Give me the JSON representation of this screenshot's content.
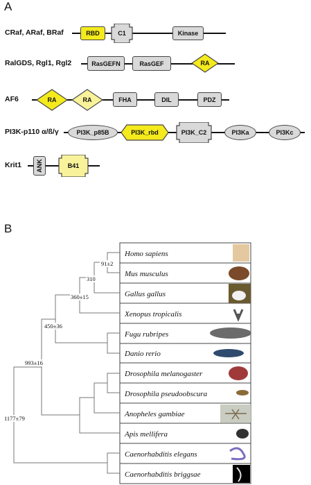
{
  "panel_a": {
    "letter": "A",
    "proteins": [
      {
        "name": "CRaf, ARaf, BRaf",
        "domains": [
          "RBD",
          "C1",
          "Kinase"
        ]
      },
      {
        "name": "RalGDS, Rgl1, Rgl2",
        "domains": [
          "RasGEFN",
          "RasGEF",
          "RA"
        ]
      },
      {
        "name": "AF6",
        "domains": [
          "RA",
          "RA",
          "FHA",
          "DIL",
          "PDZ"
        ]
      },
      {
        "name": "PI3K-p110 α/ß/γ",
        "domains": [
          "PI3K_p85B",
          "PI3K_rbd",
          "PI3K_C2",
          "PI3Ka",
          "PI3Kc"
        ]
      },
      {
        "name": "Krit1",
        "domains": [
          "ANK",
          "B41"
        ]
      }
    ]
  },
  "panel_b": {
    "letter": "B",
    "species": [
      "Homo sapiens",
      "Mus musculus",
      "Gallus gallus",
      "Xenopus tropicalis",
      "Fugu rubripes",
      "Danio rerio",
      "Drosophila melanogaster",
      "Drosophila pseudoobscura",
      "Anopheles gambiae",
      "Apis mellifera",
      "Caenorhabditis elegans",
      "Caenorhabditis briggsae"
    ],
    "node_labels": [
      "91±2",
      "310",
      "360±15",
      "450±36",
      "993±16",
      "1177±79"
    ]
  },
  "colors": {
    "domain_gray": "#d9d9d9",
    "domain_yellow": "#f4ea1c",
    "domain_light_yellow": "#f8f39a"
  }
}
